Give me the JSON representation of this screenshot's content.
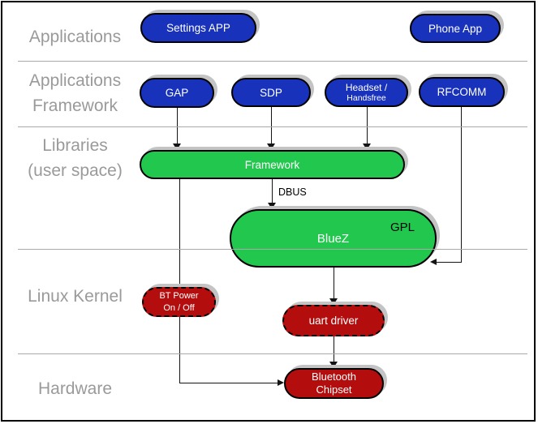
{
  "layers": {
    "applications": {
      "label": "Applications"
    },
    "applications_framework": {
      "line1": "Applications",
      "line2": "Framework"
    },
    "libraries": {
      "line1": "Libraries",
      "line2": "(user space)"
    },
    "linux_kernel": {
      "label": "Linux Kernel"
    },
    "hardware": {
      "label": "Hardware"
    }
  },
  "nodes": {
    "settings_app": {
      "label": "Settings APP"
    },
    "phone_app": {
      "label": "Phone App"
    },
    "gap": {
      "label": "GAP"
    },
    "sdp": {
      "label": "SDP"
    },
    "headset": {
      "line1": "Headset /",
      "line2": "Handsfree"
    },
    "rfcomm": {
      "label": "RFCOMM"
    },
    "framework": {
      "label": "Framework"
    },
    "bluez": {
      "label": "BlueZ",
      "badge": "GPL"
    },
    "bt_power": {
      "line1": "BT Power",
      "line2": "On / Off"
    },
    "uart_driver": {
      "label": "uart driver"
    },
    "bluetooth_chipset": {
      "line1": "Bluetooth",
      "line2": "Chipset"
    }
  },
  "edge_labels": {
    "dbus": "DBUS"
  },
  "colors": {
    "app-blue": "#1832bc",
    "lib-green": "#22c84e",
    "kernel-red": "#b30d0d",
    "layer-label-gray": "#9a9a9a",
    "divider-gray": "#a9a9a9",
    "shadow-gray": "#c4c4c4",
    "line-black": "#141414"
  }
}
